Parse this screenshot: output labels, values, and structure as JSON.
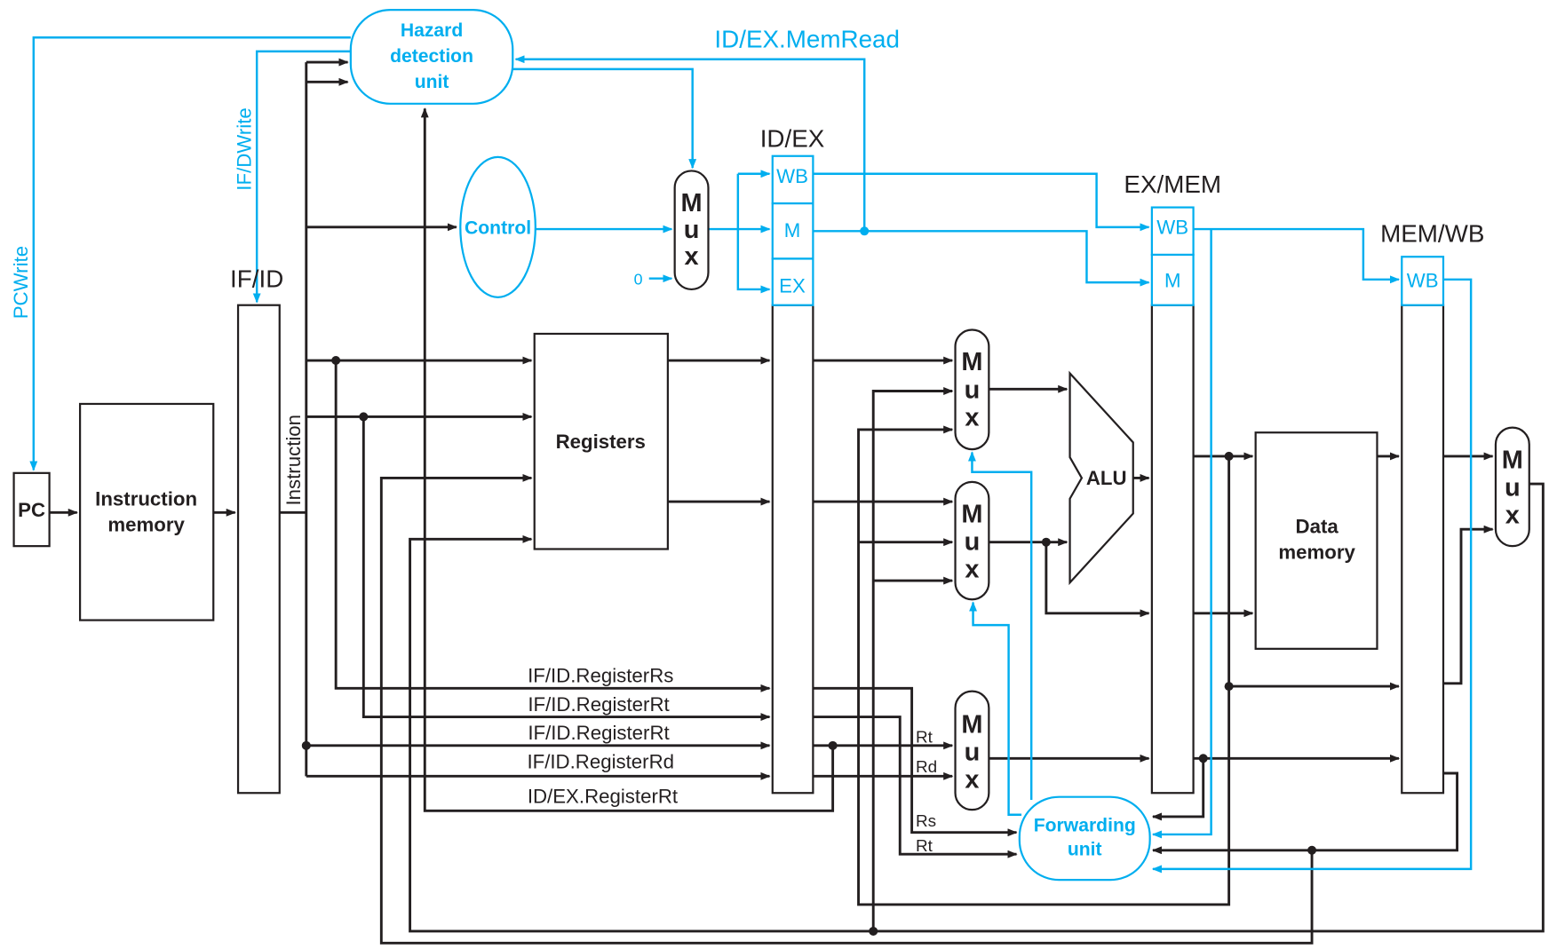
{
  "colors": {
    "control_lines": "#00aeef",
    "data_lines": "#231f20"
  },
  "labels": {
    "pc": "PC",
    "instruction_memory": [
      "Instruction",
      "memory"
    ],
    "if_id": "IF/ID",
    "id_ex": "ID/EX",
    "ex_mem": "EX/MEM",
    "mem_wb": "MEM/WB",
    "hazard_unit": [
      "Hazard",
      "detection",
      "unit"
    ],
    "control": "Control",
    "registers": "Registers",
    "alu": "ALU",
    "data_memory": [
      "Data",
      "memory"
    ],
    "forwarding_unit": [
      "Forwarding",
      "unit"
    ],
    "mux": [
      "M",
      "u",
      "x"
    ],
    "instruction": "Instruction",
    "pcwrite": "PCWrite",
    "ifdwrite": "IF/DWrite",
    "memread": "ID/EX.MemRead",
    "zero": "0",
    "wb": "WB",
    "m": "M",
    "ex": "EX",
    "reg_rs": "IF/ID.RegisterRs",
    "reg_rt1": "IF/ID.RegisterRt",
    "reg_rt2": "IF/ID.RegisterRt",
    "reg_rd": "IF/ID.RegisterRd",
    "idex_rt": "ID/EX.RegisterRt",
    "rt": "Rt",
    "rd": "Rd",
    "rs": "Rs",
    "rt2": "Rt"
  }
}
